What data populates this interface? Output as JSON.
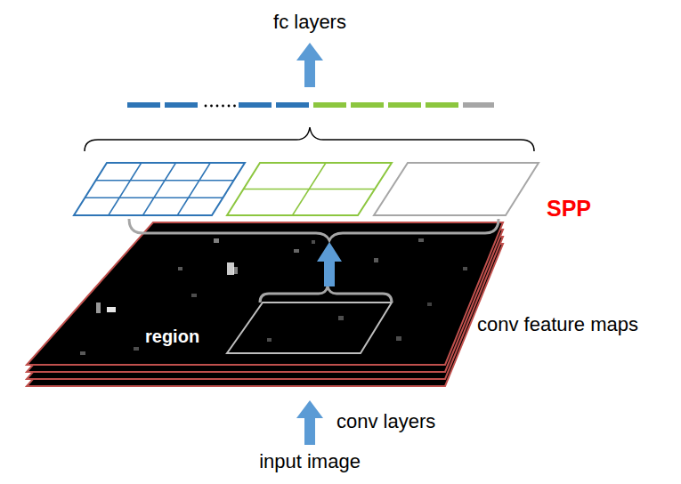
{
  "diagram": {
    "labels": [
      "fc layers",
      "SPP",
      "region",
      "conv feature maps",
      "conv layers",
      "input image"
    ]
  }
}
